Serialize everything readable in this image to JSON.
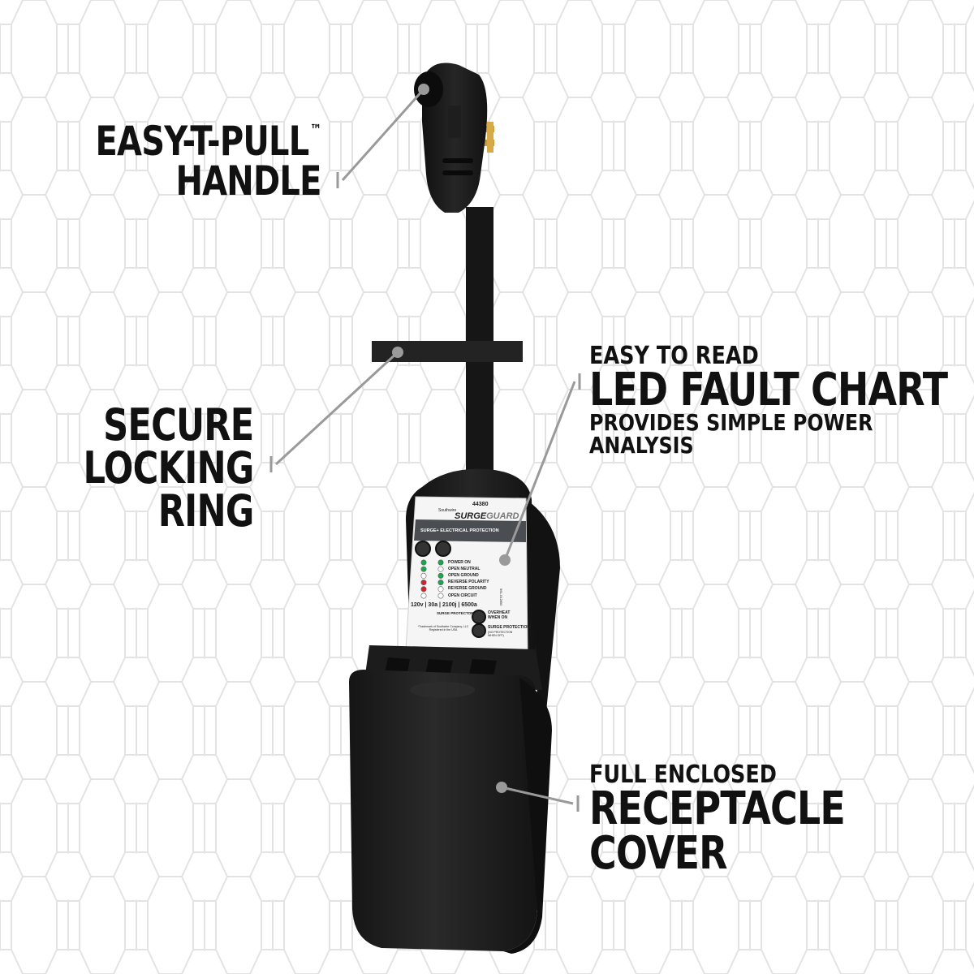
{
  "callouts": {
    "handle": {
      "line1": "EASY-T-PULL",
      "tm": "™",
      "line2": "HANDLE"
    },
    "ring": {
      "line1": "SECURE",
      "line2": "LOCKING",
      "line3": "RING"
    },
    "led": {
      "pre": "EASY TO READ",
      "main": "LED FAULT CHART",
      "post": "PROVIDES SIMPLE POWER ANALYSIS"
    },
    "cover": {
      "pre": "FULL ENCLOSED",
      "main1": "RECEPTACLE",
      "main2": "COVER"
    }
  },
  "device_label": {
    "model": "44380",
    "brand_small": "Southwire",
    "brand_a": "SURGE",
    "brand_b": "GUARD",
    "tagline": "SURGE+ ELECTRICAL PROTECTION",
    "indicators": [
      {
        "text": "POWER ON",
        "left": "green",
        "right": "green"
      },
      {
        "text": "OPEN NEUTRAL",
        "left": "green",
        "right": "off"
      },
      {
        "text": "OPEN GROUND",
        "left": "off",
        "right": "green"
      },
      {
        "text": "REVERSE POLARITY",
        "left": "red",
        "right": "green"
      },
      {
        "text": "REVERSE GROUND",
        "left": "red",
        "right": "off"
      },
      {
        "text": "OPEN CIRCUIT",
        "left": "off",
        "right": "off"
      }
    ],
    "ratings": "120v | 30a | 2100j | 6500a",
    "ratings_sub": "SURGE PROTECTOR",
    "overheat": "OVERHEAT WHEN ON",
    "surge": "SURGE PROTECTION",
    "surge_sub": "(NO PROTECTION WHEN OFF)",
    "trademark": "*Trademark of Southwire Company, LLC Registered in the USA",
    "part_no": "561-012890"
  },
  "colors": {
    "device": "#1b1b1b",
    "device_edge": "#2a2a2a",
    "leader": "#9a9a9a",
    "pattern": "#e2e2e2",
    "led_green": "#1aa64a",
    "led_red": "#d3232a",
    "label_bg": "#f4f4f4",
    "banner": "#4a4d52"
  }
}
